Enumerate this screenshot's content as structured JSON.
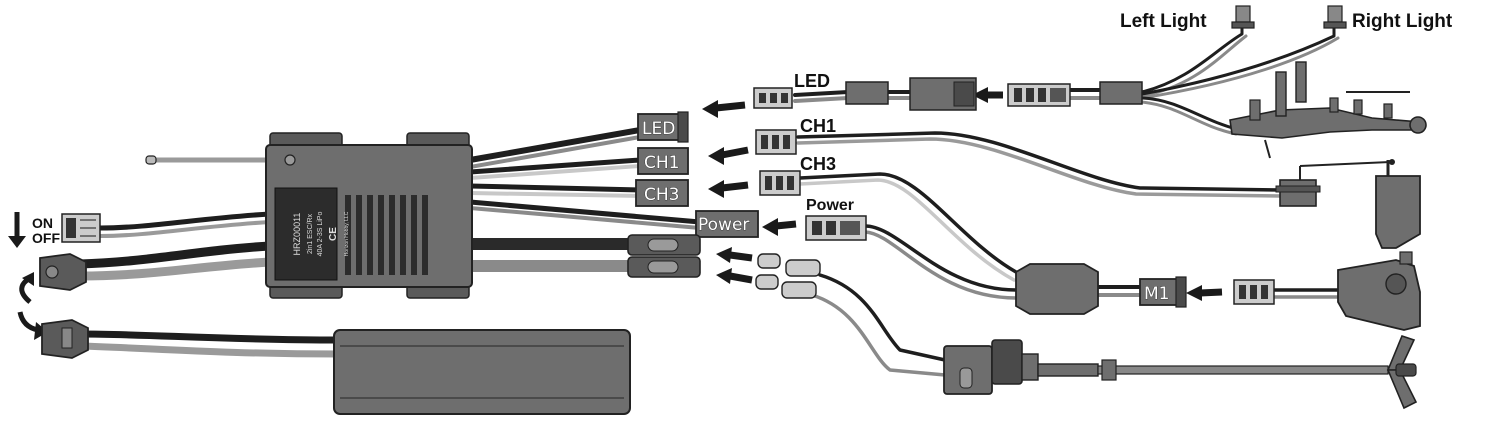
{
  "labels": {
    "left_light": "Left Light",
    "right_light": "Right Light",
    "led_top": "LED",
    "ch1_top": "CH1",
    "ch3_top": "CH3",
    "power_top": "Power",
    "on": "ON",
    "off": "OFF"
  },
  "plugs": {
    "led": "LED",
    "ch1": "CH1",
    "ch3": "CH3",
    "power": "Power",
    "m1": "M1"
  },
  "esc_label": {
    "model": "HRZ00011",
    "spec1": "2in1 ESC/Rx",
    "spec2": "40A 2-3S LiPo",
    "mark": "CE",
    "brand": "Horizon Hobby, LLC"
  },
  "colors": {
    "wire_black": "#1e1e1e",
    "wire_gray": "#8a8a8a",
    "wire_light": "#c8c8c8",
    "body": "#6e6e6e",
    "body_dark": "#4a4a4a",
    "label_panel": "#2c2c2c",
    "outline": "#222222",
    "arrow": "#1a1a1a"
  }
}
